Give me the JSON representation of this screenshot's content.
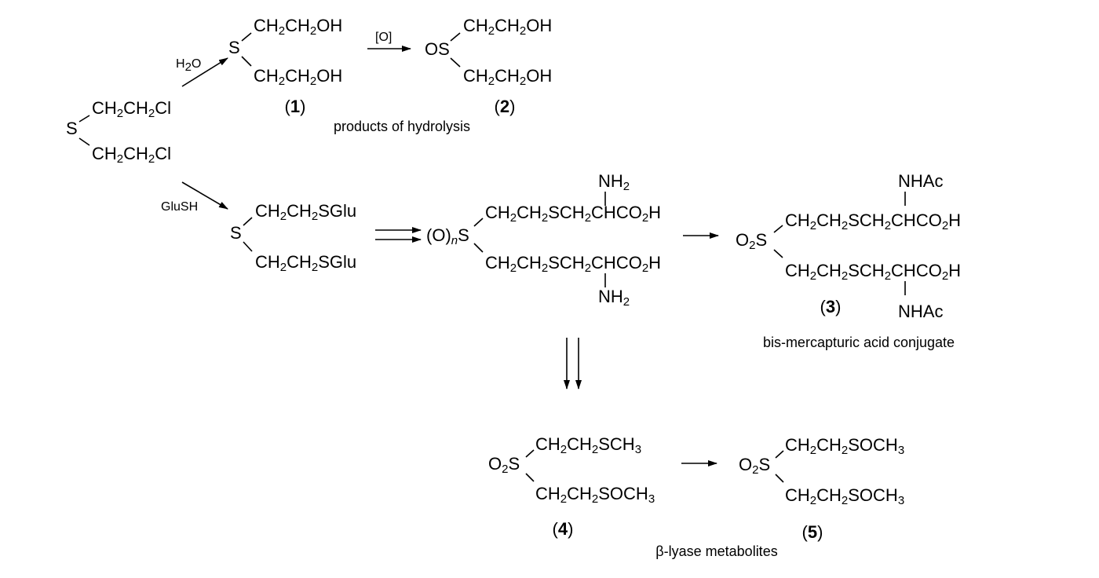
{
  "reagents": {
    "hydrolysis": "H2O",
    "oxidation": "[O]",
    "glutathione": "GluSH"
  },
  "compounds": {
    "mustard": {
      "row1": "CH2CH2Cl",
      "center": "S",
      "row2": "CH2CH2Cl"
    },
    "c1": {
      "row1": "CH2CH2OH",
      "center": "S",
      "row2": "CH2CH2OH",
      "number": "1"
    },
    "c2": {
      "row1": "CH2CH2OH",
      "center": "OS",
      "row2": "CH2CH2OH",
      "number": "2"
    },
    "glu_conjugate": {
      "row1": "CH2CH2SGlu",
      "center": "S",
      "row2": "CH2CH2SGlu"
    },
    "cysteine_conjugate": {
      "top_substituent": "NH2",
      "row1": "CH2CH2SCH2CHCO2H",
      "center": "(O)nS",
      "row2": "CH2CH2SCH2CHCO2H",
      "bottom_substituent": "NH2"
    },
    "c3": {
      "top_substituent": "NHAc",
      "row1": "CH2CH2SCH2CHCO2H",
      "center": "O2S",
      "row2": "CH2CH2SCH2CHCO2H",
      "bottom_substituent": "NHAc",
      "number": "3"
    },
    "c4": {
      "row1": "CH2CH2SCH3",
      "center": "O2S",
      "row2": "CH2CH2SOCH3",
      "number": "4"
    },
    "c5": {
      "row1": "CH2CH2SOCH3",
      "center": "O2S",
      "row2": "CH2CH2SOCH3",
      "number": "5"
    }
  },
  "captions": {
    "hydrolysis": "products of hydrolysis",
    "mercapturic": "bis-mercapturic acid conjugate",
    "lyase": "β-lyase metabolites"
  }
}
